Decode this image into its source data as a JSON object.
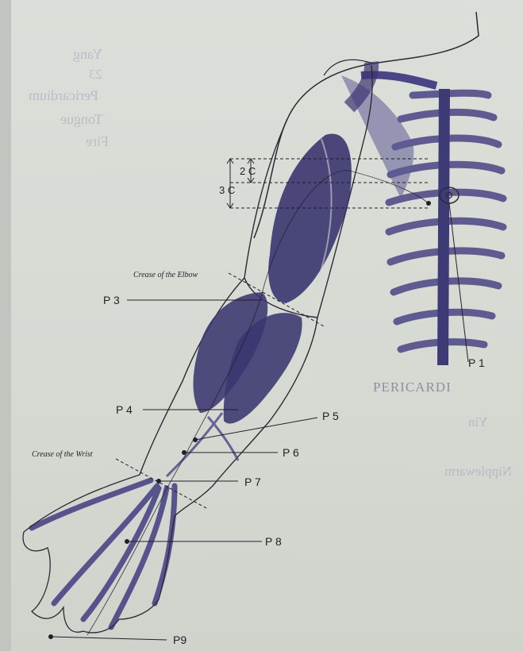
{
  "figure": {
    "labels": {
      "p1": "P 1",
      "p3": "P 3",
      "p4": "P 4",
      "p5": "P 5",
      "p6": "P 6",
      "p7": "P 7",
      "p8": "P 8",
      "p9": "P9"
    },
    "measure_2c": "2 C",
    "measure_3c": "3 C",
    "crease_elbow": "Crease of the Elbow",
    "crease_wrist": "Crease of the Wrist"
  },
  "background_text": {
    "heading": "PERICARDI",
    "right_column": [
      "Yang",
      "23",
      "Pericardium",
      "Tongue",
      "Fire"
    ],
    "lower_right": [
      "Yin",
      "Nipplewarm"
    ]
  },
  "colors": {
    "ink": "#1f1f2a",
    "muscle": "#3a3570",
    "bone": "#6c6aa0",
    "paper": "#d9dcd6"
  }
}
